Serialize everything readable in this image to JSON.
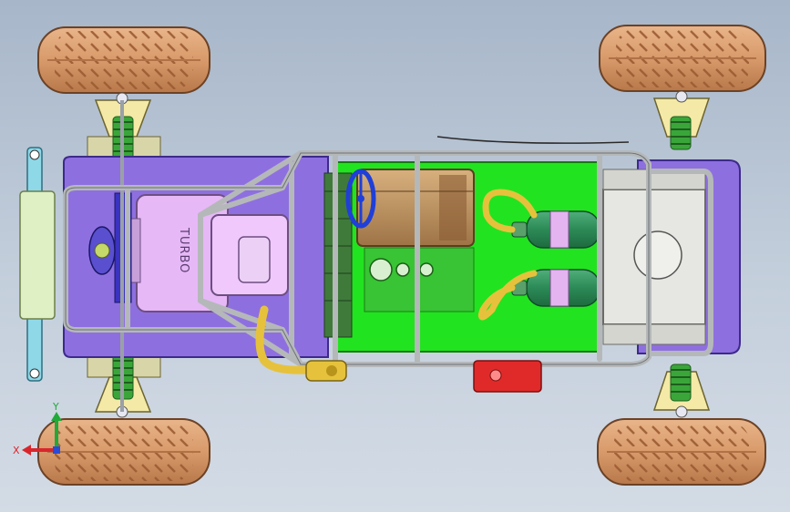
{
  "model": {
    "engine_label": "TURBO"
  },
  "triad": {
    "x_label": "X",
    "y_label": "Y",
    "x_color": "#d9262c",
    "y_color": "#1faa3a",
    "z_color": "#2a4bd7"
  },
  "colors": {
    "background_top": "#a7b6c9",
    "background_bottom": "#d3dbe5",
    "tire": "#d89a6a",
    "tire_tread": "#a8673e",
    "chassis_plate": "#8e6fe0",
    "floor_panel": "#22e31f",
    "roll_cage": "#b5b8b9",
    "engine_block": "#e3b4f4",
    "fuel_tank": "#c69a6a",
    "spring": "#3aa63a",
    "radiator": "#e6e6e2",
    "tail_light": "#e02a2a"
  },
  "components": [
    "tire-front-left-icon",
    "tire-front-right-icon",
    "tire-rear-left-icon",
    "tire-rear-right-icon",
    "steering-wheel-icon",
    "coil-spring-icon",
    "turbo-engine-icon",
    "fuel-tank-icon",
    "gas-cylinder-icon",
    "radiator-icon",
    "exhaust-pipe-icon",
    "tail-light-icon"
  ]
}
